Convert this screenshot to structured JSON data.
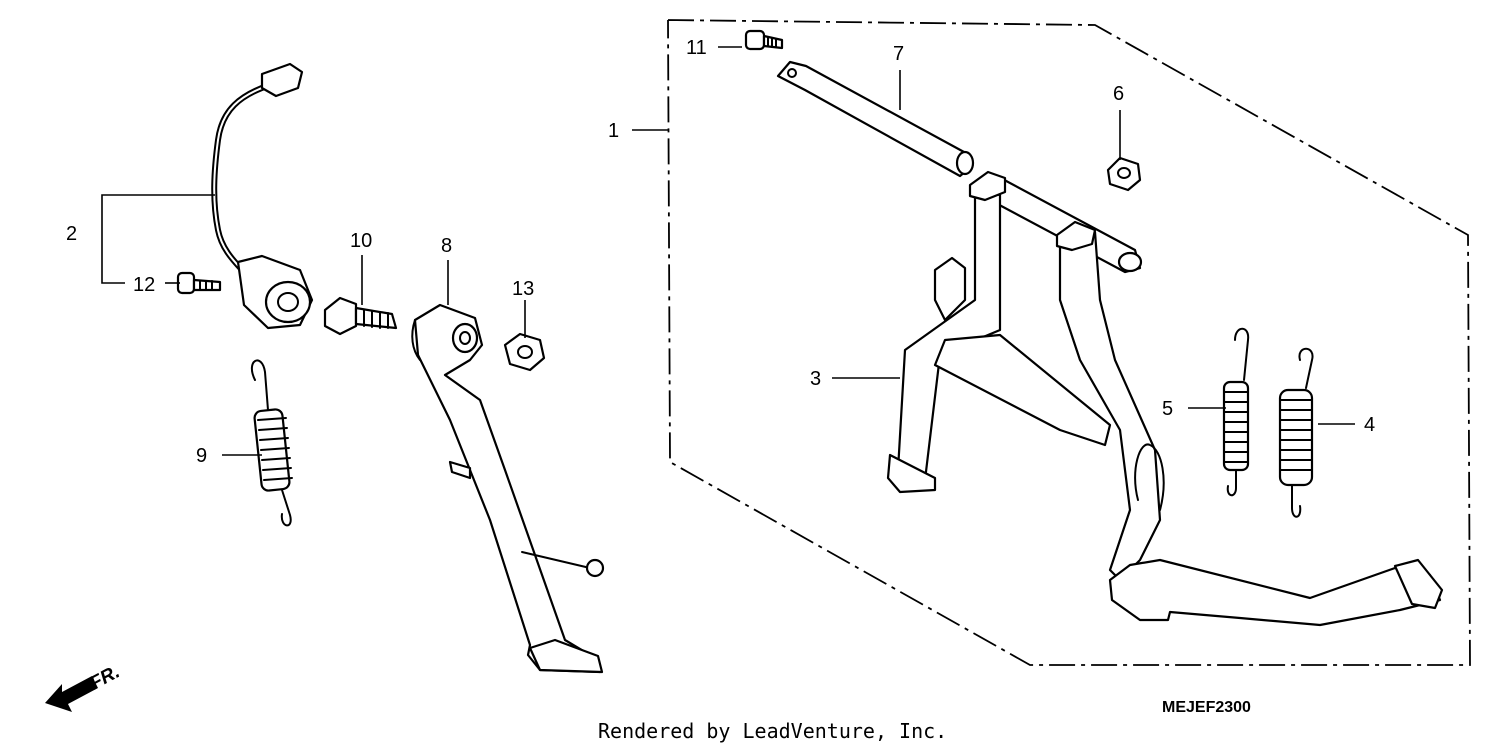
{
  "diagram_code": "MEJEF2300",
  "credit": "Rendered by LeadVenture, Inc.",
  "direction_label": "FR.",
  "callouts": [
    {
      "id": "1",
      "text": "1"
    },
    {
      "id": "2",
      "text": "2"
    },
    {
      "id": "3",
      "text": "3"
    },
    {
      "id": "4",
      "text": "4"
    },
    {
      "id": "5",
      "text": "5"
    },
    {
      "id": "6",
      "text": "6"
    },
    {
      "id": "7",
      "text": "7"
    },
    {
      "id": "8",
      "text": "8"
    },
    {
      "id": "9",
      "text": "9"
    },
    {
      "id": "10",
      "text": "10"
    },
    {
      "id": "11",
      "text": "11"
    },
    {
      "id": "12",
      "text": "12"
    },
    {
      "id": "13",
      "text": "13"
    }
  ]
}
